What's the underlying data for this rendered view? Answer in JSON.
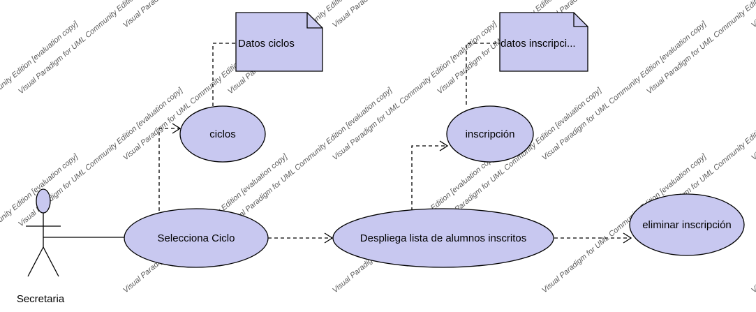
{
  "watermark": "Visual Paradigm for UML Community Edition [evaluation copy]",
  "colors": {
    "fill": "#c8c8f0",
    "stroke": "#000000",
    "watermark": "#5a5a5a"
  },
  "actor": {
    "name": "Secretaria"
  },
  "use_cases": {
    "ciclos": "ciclos",
    "inscripcion": "inscripción",
    "selecciona": "Selecciona Ciclo",
    "despliega": "Despliega lista de alumnos inscritos",
    "eliminar": "eliminar inscripción"
  },
  "notes": {
    "datos_ciclos": "Datos ciclos",
    "datos_inscripcion": "datos inscripci..."
  }
}
